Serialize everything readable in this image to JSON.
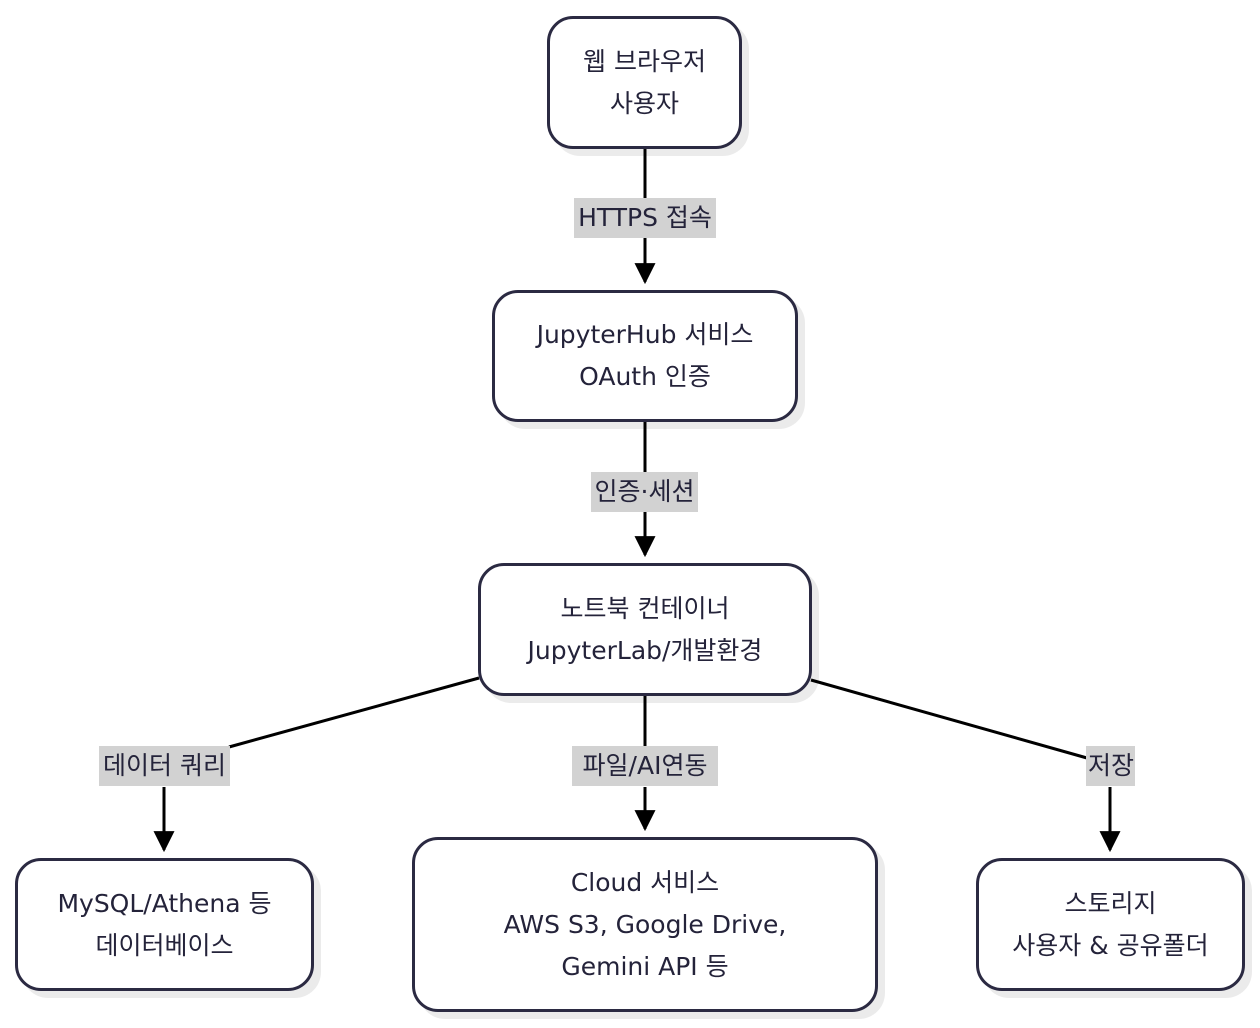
{
  "diagram": {
    "type": "flowchart",
    "direction": "top-down",
    "nodes": [
      {
        "id": "browser",
        "lines": [
          "웹 브라우저",
          "사용자"
        ]
      },
      {
        "id": "jupyterhub",
        "lines": [
          "JupyterHub 서비스",
          "OAuth 인증"
        ]
      },
      {
        "id": "notebook",
        "lines": [
          "노트북 컨테이너",
          "JupyterLab/개발환경"
        ]
      },
      {
        "id": "database",
        "lines": [
          "MySQL/Athena 등",
          "데이터베이스"
        ]
      },
      {
        "id": "cloud",
        "lines": [
          "Cloud 서비스",
          "AWS S3, Google Drive,",
          "Gemini API 등"
        ]
      },
      {
        "id": "storage",
        "lines": [
          "스토리지",
          "사용자 & 공유폴더"
        ]
      }
    ],
    "edges": [
      {
        "from": "browser",
        "to": "jupyterhub",
        "label": "HTTPS 접속"
      },
      {
        "from": "jupyterhub",
        "to": "notebook",
        "label": "인증·세션"
      },
      {
        "from": "notebook",
        "to": "database",
        "label": "데이터 쿼리"
      },
      {
        "from": "notebook",
        "to": "cloud",
        "label": "파일/AI연동"
      },
      {
        "from": "notebook",
        "to": "storage",
        "label": "저장"
      }
    ]
  },
  "colors": {
    "node_border": "#2b2a42",
    "node_fill": "#ffffff",
    "text": "#24233a",
    "edge": "#000000",
    "edge_label_bg": "#d2d2d2"
  }
}
